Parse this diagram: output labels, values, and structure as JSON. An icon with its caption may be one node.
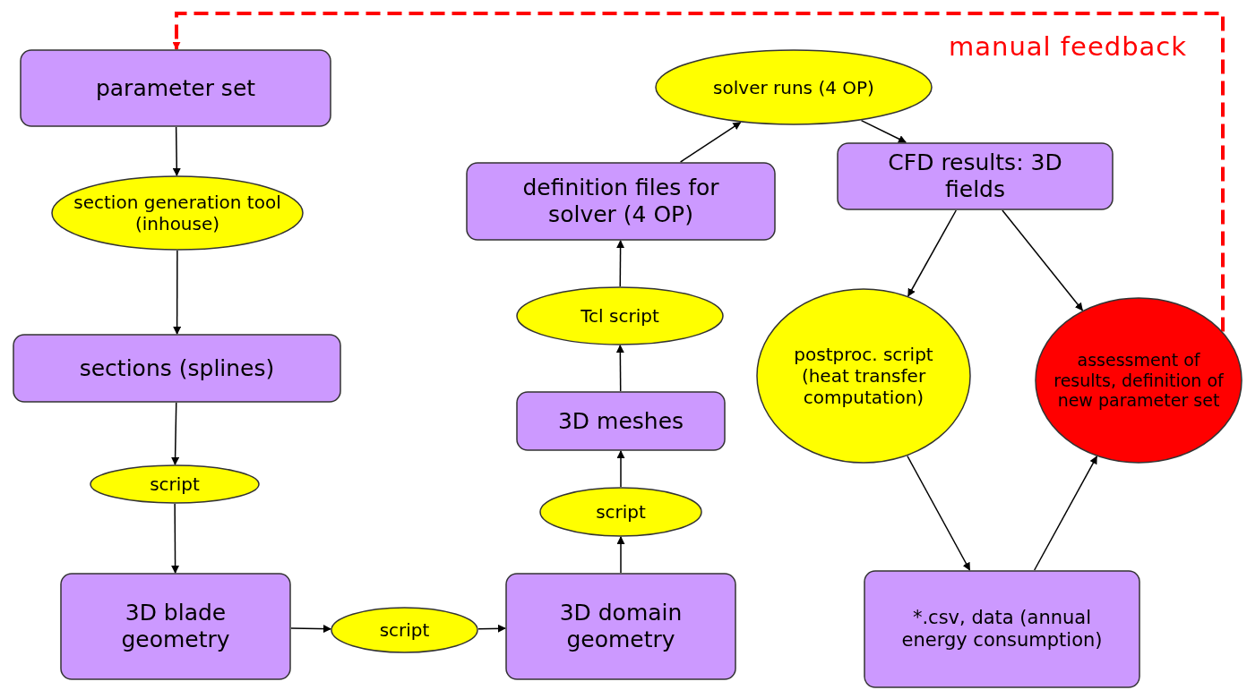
{
  "diagram": {
    "nodes": [
      {
        "text": [
          "parameter set"
        ]
      },
      {
        "text": [
          "section generation tool (inhouse)"
        ]
      },
      {
        "text": [
          "sections (splines)"
        ]
      },
      {
        "text": [
          "script"
        ]
      },
      {
        "text": [
          "3D blade geometry"
        ]
      },
      {
        "text": [
          "script"
        ]
      },
      {
        "text": [
          "3D domain geometry"
        ]
      },
      {
        "text": [
          "script"
        ]
      },
      {
        "text": [
          "3D meshes"
        ]
      },
      {
        "text": [
          "Tcl script"
        ]
      },
      {
        "text": [
          "definition files for solver (4 OP)"
        ]
      },
      {
        "text": [
          "solver runs (4 OP)"
        ]
      },
      {
        "text": [
          "CFD results: 3D fields"
        ]
      },
      {
        "text": [
          "postproc. script (heat transfer computation)"
        ]
      },
      {
        "text": [
          "assessment of results, definition of new parameter set"
        ]
      },
      {
        "text": [
          "*.csv, data (annual energy consumption)"
        ]
      }
    ],
    "edges": [
      {
        "from": 0,
        "to": 1,
        "arrow": "to"
      },
      {
        "from": 1,
        "to": 2,
        "arrow": "to"
      },
      {
        "from": 2,
        "to": 3,
        "arrow": "to"
      },
      {
        "from": 3,
        "to": 4,
        "arrow": "to"
      },
      {
        "from": 4,
        "to": 5,
        "arrow": "to"
      },
      {
        "from": 5,
        "to": 6,
        "arrow": "to"
      },
      {
        "from": 6,
        "to": 7,
        "arrow": "to"
      },
      {
        "from": 7,
        "to": 8,
        "arrow": "to"
      },
      {
        "from": 8,
        "to": 9,
        "arrow": "to"
      },
      {
        "from": 9,
        "to": 10,
        "arrow": "to"
      },
      {
        "from": 10,
        "to": 11,
        "arrow": "to"
      },
      {
        "from": 11,
        "to": 12,
        "arrow": "to"
      },
      {
        "from": 12,
        "to": 13,
        "arrow": "to"
      },
      {
        "from": 12,
        "to": 14,
        "arrow": "to"
      },
      {
        "from": 13,
        "to": 15,
        "arrow": "to"
      },
      {
        "from": 15,
        "to": 14,
        "arrow": "to"
      },
      {
        "from": 14,
        "to": 0,
        "arrow": "to",
        "label": "manual feedback",
        "style": "dashed",
        "color": "#ff0000"
      }
    ]
  }
}
